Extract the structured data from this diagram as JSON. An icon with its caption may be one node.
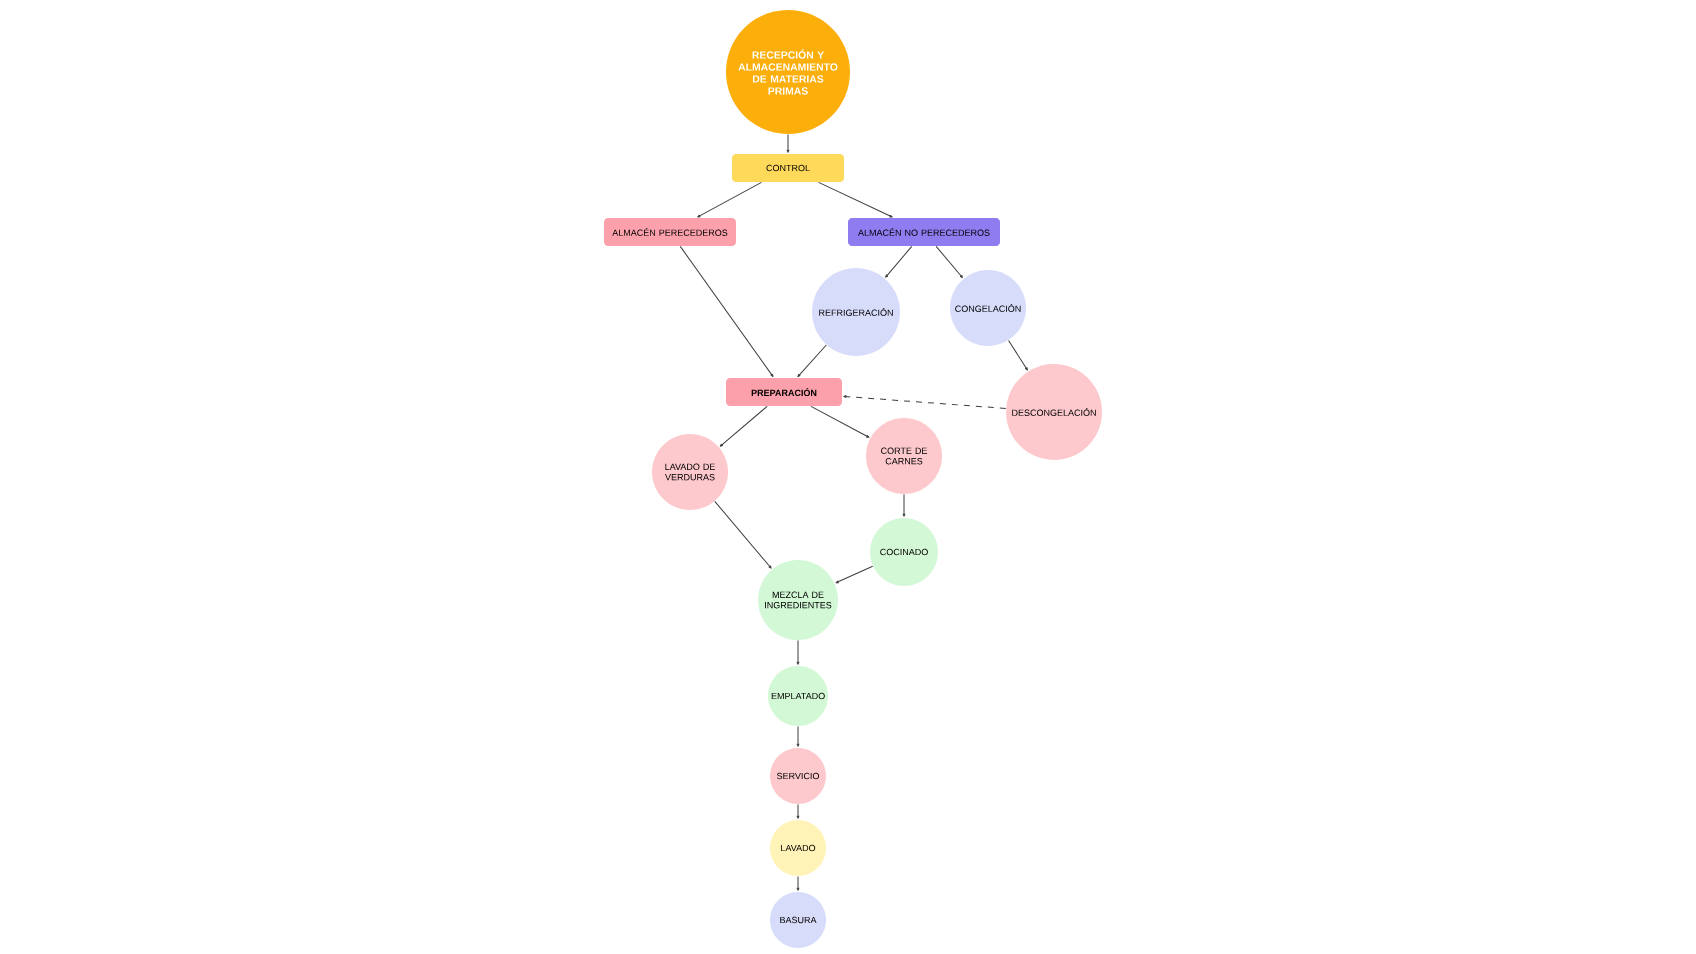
{
  "diagram": {
    "nodes": [
      {
        "text": [
          "RECEPCIÓN Y ALMACENAMIENTO DE MATERIAS PRIMAS"
        ]
      },
      {
        "text": [
          "CONTROL"
        ]
      },
      {
        "text": [
          "ALMACÉN PERECEDEROS"
        ]
      },
      {
        "text": [
          "ALMACÉN NO PERECEDEROS"
        ]
      },
      {
        "text": [
          "REFRIGERACIÓN"
        ]
      },
      {
        "text": [
          "CONGELACIÓN"
        ]
      },
      {
        "text": [
          "PREPARACIÓN"
        ]
      },
      {
        "text": [
          "DESCONGELACIÓN"
        ]
      },
      {
        "text": [
          "LAVADO DE VERDURAS"
        ]
      },
      {
        "text": [
          "CORTE DE CARNES"
        ]
      },
      {
        "text": [
          "COCINADO"
        ]
      },
      {
        "text": [
          "MEZCLA DE INGREDIENTES"
        ]
      },
      {
        "text": [
          "EMPLATADO"
        ]
      },
      {
        "text": [
          "SERVICIO"
        ]
      },
      {
        "text": [
          "LAVADO"
        ]
      },
      {
        "text": [
          "BASURA"
        ]
      }
    ],
    "edges": [
      {
        "from": 0,
        "to": 1,
        "arrow": "to"
      },
      {
        "from": 1,
        "to": 2,
        "arrow": "to"
      },
      {
        "from": 1,
        "to": 3,
        "arrow": "to"
      },
      {
        "from": 2,
        "to": 6,
        "arrow": "to"
      },
      {
        "from": 3,
        "to": 4,
        "arrow": "to"
      },
      {
        "from": 3,
        "to": 5,
        "arrow": "to"
      },
      {
        "from": 4,
        "to": 6,
        "arrow": "to"
      },
      {
        "from": 5,
        "to": 7,
        "arrow": "to"
      },
      {
        "from": 7,
        "to": 6,
        "arrow": "to",
        "style": "dashed"
      },
      {
        "from": 6,
        "to": 8,
        "arrow": "to"
      },
      {
        "from": 6,
        "to": 9,
        "arrow": "to"
      },
      {
        "from": 8,
        "to": 11,
        "arrow": "to"
      },
      {
        "from": 9,
        "to": 10,
        "arrow": "to"
      },
      {
        "from": 10,
        "to": 11,
        "arrow": "to"
      },
      {
        "from": 11,
        "to": 12,
        "arrow": "to"
      },
      {
        "from": 12,
        "to": 13,
        "arrow": "to"
      },
      {
        "from": 13,
        "to": 14,
        "arrow": "to"
      },
      {
        "from": 14,
        "to": 15,
        "arrow": "to"
      }
    ]
  }
}
